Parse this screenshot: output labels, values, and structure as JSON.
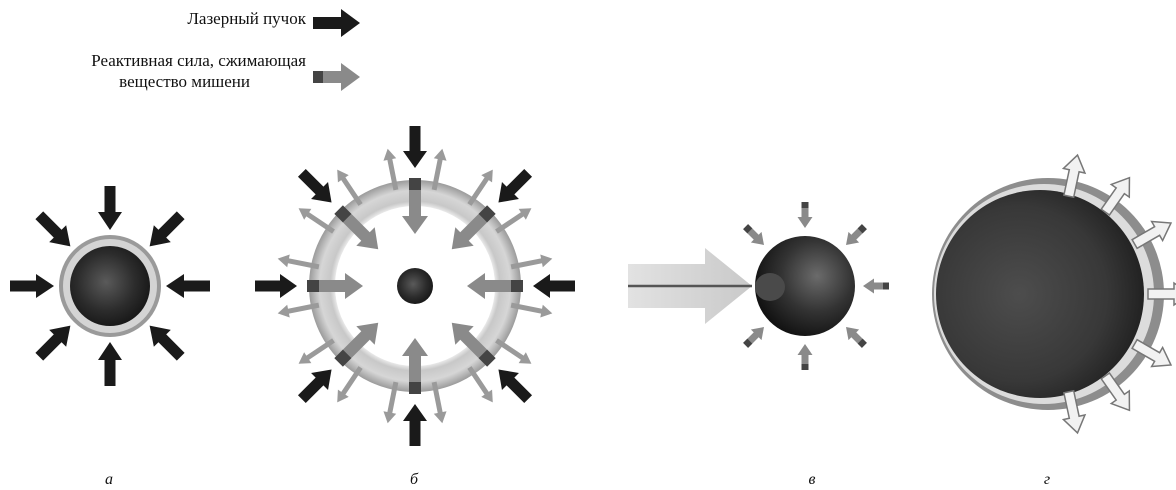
{
  "legend": {
    "laser_label": "Лазерный пучок",
    "reaction_label_line1": "Реактивная сила, сжимающая",
    "reaction_label_line2": "вещество мишени"
  },
  "panels": [
    {
      "id": "a",
      "caption": "а"
    },
    {
      "id": "b",
      "caption": "б"
    },
    {
      "id": "v",
      "caption": "в"
    },
    {
      "id": "g",
      "caption": "г"
    }
  ],
  "colors": {
    "laser_arrow": "#1a1a1a",
    "reaction_arrow_body": "#8a8a8a",
    "reaction_arrow_tail": "#444444",
    "outflow_arrow": "#9a9a9a",
    "corona": "#cfcfcf",
    "core_dark": "#1e1e1e",
    "core_mid": "#4a4a4a",
    "expansion_arrow_fill": "#f2f2f2"
  }
}
